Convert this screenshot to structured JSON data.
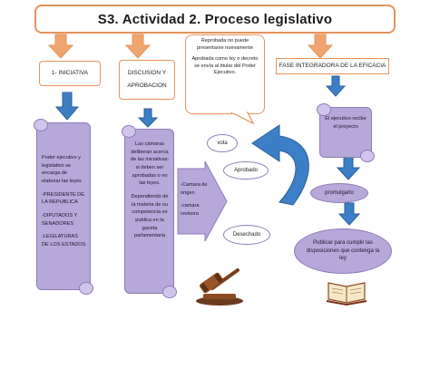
{
  "title": "S3. Actividad 2. Proceso legislativo",
  "headers": {
    "iniciativa": "1-   INICIATIVA",
    "discusion_line1": "DISCUSION Y",
    "discusion_line2": "APROBACION",
    "fase_integradora": "FASE INTEGRADORA DE LA EFICACIA"
  },
  "callout": {
    "line1": "Reprobada no puede presentarse nuevamente",
    "line2": "Aprobada como ley o decreto se envía al titular del Poder Ejecutivo."
  },
  "iniciativa_panel": {
    "intro": "Poder ejecutivo y legislativo se encarga de elaborar las leyes",
    "items": [
      "-PRESIDENTE DE LA REPUBLICA",
      "-DIPUTADOS Y SENADORES",
      "-LEGILATURAS DE LOS ESTADOS"
    ]
  },
  "discusion_panel": {
    "p1": "Las cámaras deliberan acerca de las iniciativas: si deben ser aprobadas o no las leyes.",
    "p2": "Dependiendo de la materia de su competencia se publica en la gaceta parlamentaria"
  },
  "camaras_panel": {
    "line1": "-Camara de origen",
    "line2": "-camara revisora"
  },
  "outcomes": {
    "vota": "vota",
    "aprobado": "Aprobado",
    "desechado": "Desechado"
  },
  "ejecutivo_panel": "El ejecutivo recibe el proyecto",
  "promulgarlo": "promulgarlo",
  "publicar": "Publicar para cumplir las disposiciones que contenga la ley",
  "colors": {
    "orange_arrow": "#f0a46f",
    "orange_border": "#e6935a",
    "blue_arrow": "#2f6fb5",
    "purple_panel": "#b6a8d8",
    "purple_border": "#8e7bb8"
  },
  "icons": [
    "gavel-icon",
    "book-icon"
  ]
}
